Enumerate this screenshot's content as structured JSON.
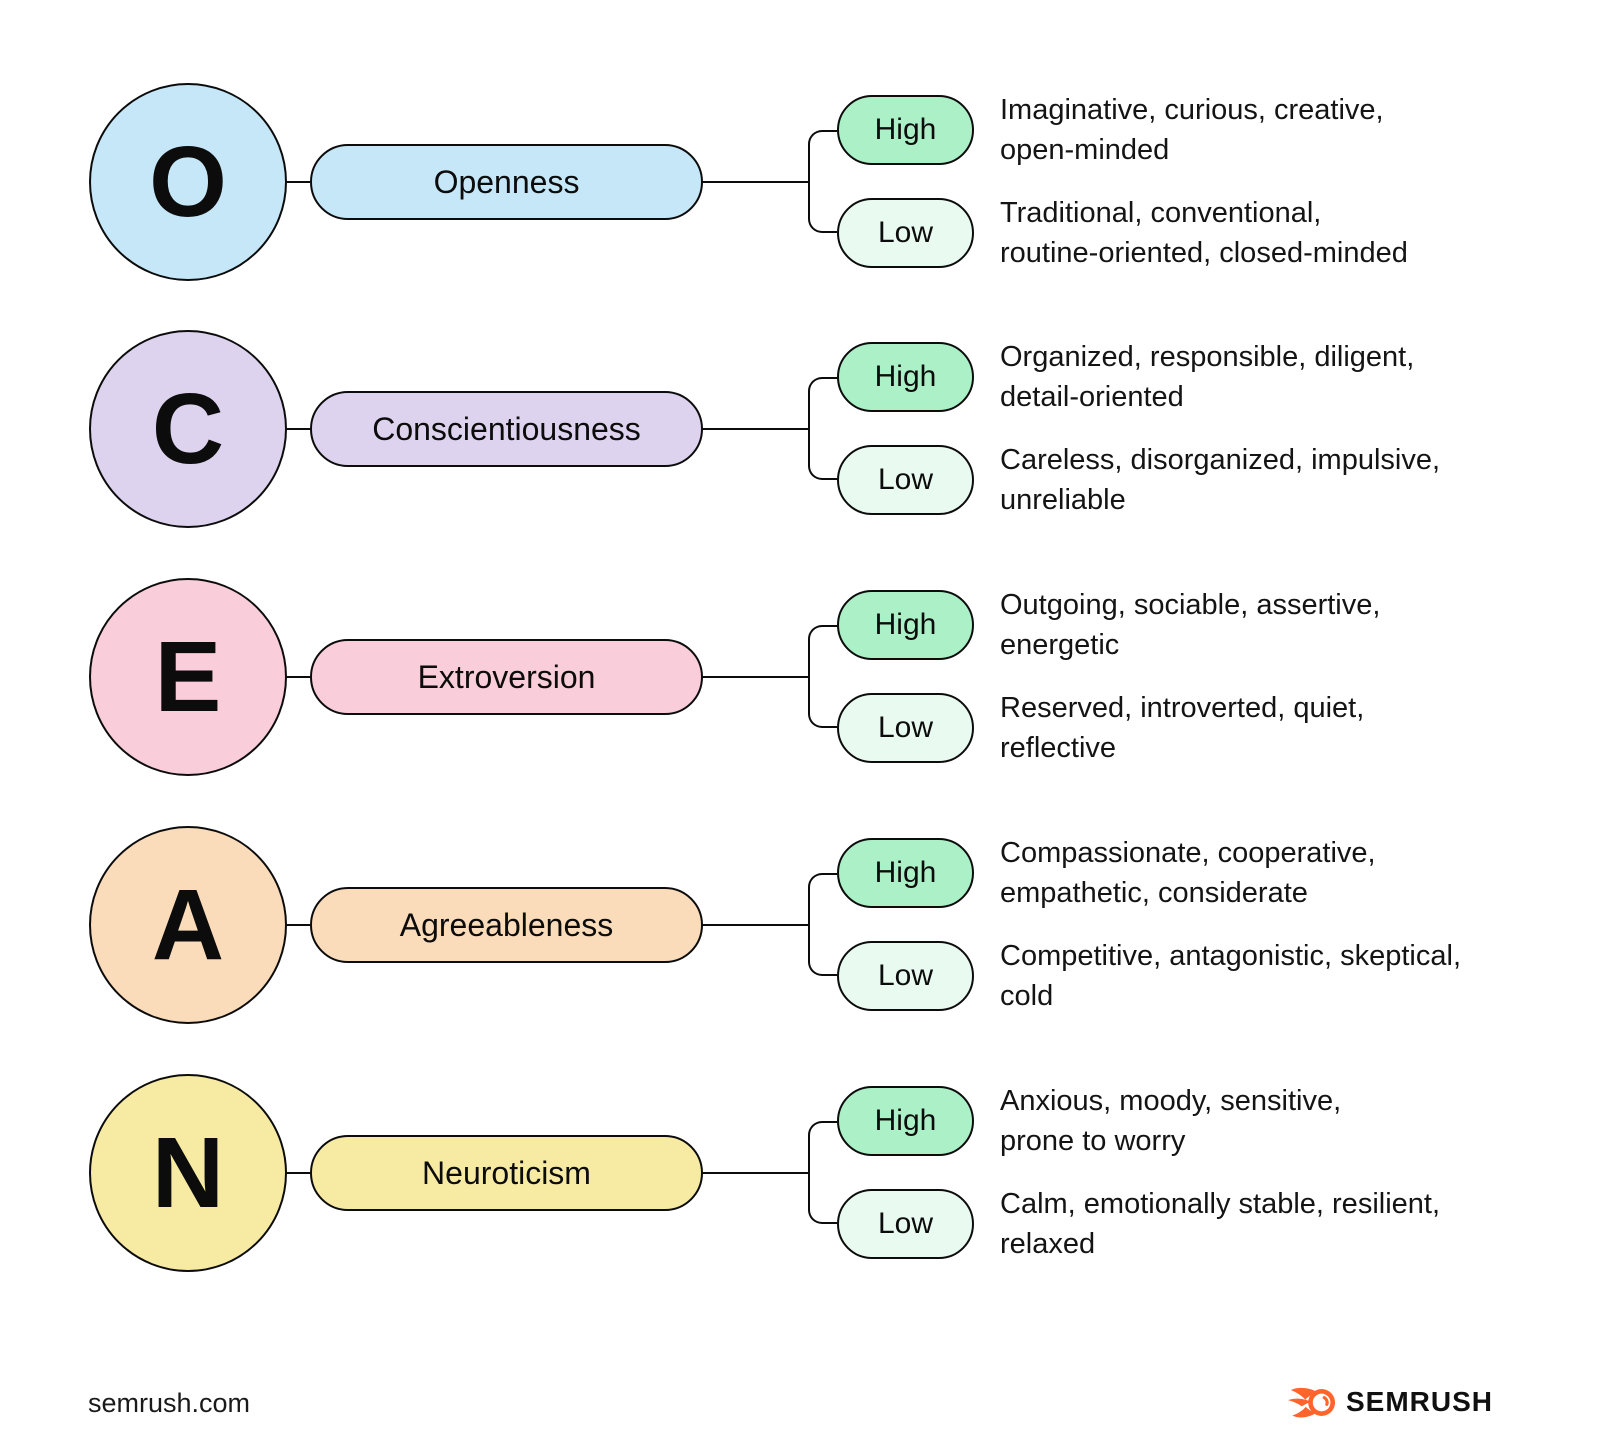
{
  "page": {
    "background": "#ffffff"
  },
  "colors": {
    "high_pill": "#ABF0C6",
    "low_pill": "#E9FAF0",
    "outline": "#0C0C0C",
    "brand_orange": "#FF642D"
  },
  "levels": {
    "high": "High",
    "low": "Low"
  },
  "traits": [
    {
      "letter": "O",
      "name": "Openness",
      "color": "#C5E7F8",
      "high_text": "Imaginative, curious, creative,\nopen-minded",
      "low_text": "Traditional, conventional,\nroutine-oriented, closed-minded"
    },
    {
      "letter": "C",
      "name": "Conscientiousness",
      "color": "#DDD3EE",
      "high_text": "Organized, responsible, diligent,\ndetail-oriented",
      "low_text": "Careless, disorganized, impulsive,\nunreliable"
    },
    {
      "letter": "E",
      "name": "Extroversion",
      "color": "#F9CDDA",
      "high_text": "Outgoing, sociable, assertive,\nenergetic",
      "low_text": "Reserved, introverted, quiet,\nreflective"
    },
    {
      "letter": "A",
      "name": "Agreeableness",
      "color": "#FADBBA",
      "high_text": "Compassionate, cooperative,\nempathetic, considerate",
      "low_text": "Competitive, antagonistic, skeptical,\ncold"
    },
    {
      "letter": "N",
      "name": "Neuroticism",
      "color": "#F7EBA4",
      "high_text": "Anxious, moody, sensitive,\nprone to worry",
      "low_text": "Calm, emotionally stable, resilient,\nrelaxed"
    }
  ],
  "footer": {
    "site": "semrush.com",
    "brand": "SEMRUSH"
  }
}
